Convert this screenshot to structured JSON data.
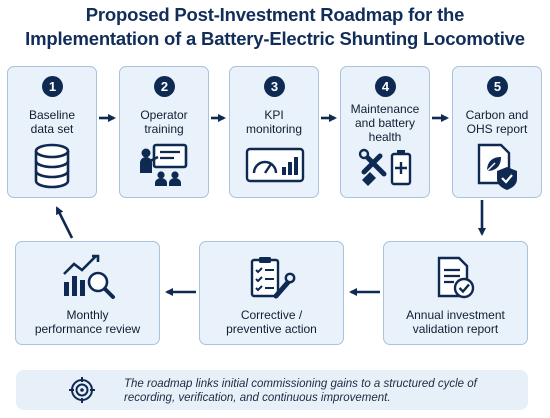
{
  "title_line1": "Proposed Post-Investment Roadmap for the",
  "title_line2": "Implementation of a Battery-Electric Shunting Locomotive",
  "steps": [
    {
      "number": "1",
      "label_line1": "Baseline",
      "label_line2": "data set",
      "icon": "database-icon"
    },
    {
      "number": "2",
      "label_line1": "Operator",
      "label_line2": "training",
      "icon": "presentation-icon"
    },
    {
      "number": "3",
      "label_line1": "KPI",
      "label_line2": "monitoring",
      "icon": "gauge-chart-icon"
    },
    {
      "number": "4",
      "label_line1": "Maintenance",
      "label_line2": "and battery",
      "label_line3": "health",
      "icon": "wrench-battery-icon"
    },
    {
      "number": "5",
      "label_line1": "Carbon and",
      "label_line2": "OHS report",
      "icon": "leaf-shield-document-icon"
    }
  ],
  "loop_steps": [
    {
      "label_line1": "Annual investment",
      "label_line2": "validation report",
      "icon": "document-check-icon"
    },
    {
      "label_line1": "Corrective /",
      "label_line2": "preventive action",
      "icon": "checklist-wrench-icon"
    },
    {
      "label_line1": "Monthly",
      "label_line2": "performance review",
      "icon": "chart-magnifier-icon"
    }
  ],
  "note": "The roadmap links initial commissioning gains to a structured cycle of recording, verification, and continuous improvement.",
  "colors": {
    "navy": "#0f2a52",
    "box_fill": "#e9f1fa",
    "box_border": "#a9c2de",
    "title": "#112d5a"
  }
}
